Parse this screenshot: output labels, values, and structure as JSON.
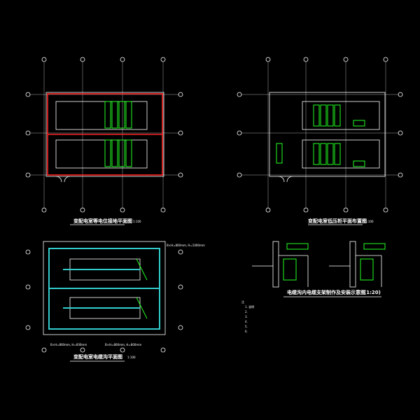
{
  "drawing_titles": [
    {
      "title": "变配电室等电位接地平面图",
      "scale": "1:100"
    },
    {
      "title": "变配电室低压柜平面布置图",
      "scale": "1:100"
    },
    {
      "title": "变配电室电缆沟平面图",
      "scale": "1:100"
    },
    {
      "title": "电缆沟内电缆支架制作及安装示意图",
      "scale": "(1:20)"
    }
  ],
  "notes": {
    "heading": "注",
    "lines": [
      "1. 说明",
      "2. ",
      "3. ",
      "4. ",
      "5. ",
      "6. "
    ]
  },
  "dimension_labels": [
    "B×H=800mm, H=1000mm",
    "B×H=800mm, H=600mm",
    "B×H=800mm, H=800mm"
  ],
  "colors": {
    "background": "#000000",
    "ground": "#ff2222",
    "equipment": "#22ff22",
    "trench": "#33cccc",
    "lines": "#ffffff"
  }
}
